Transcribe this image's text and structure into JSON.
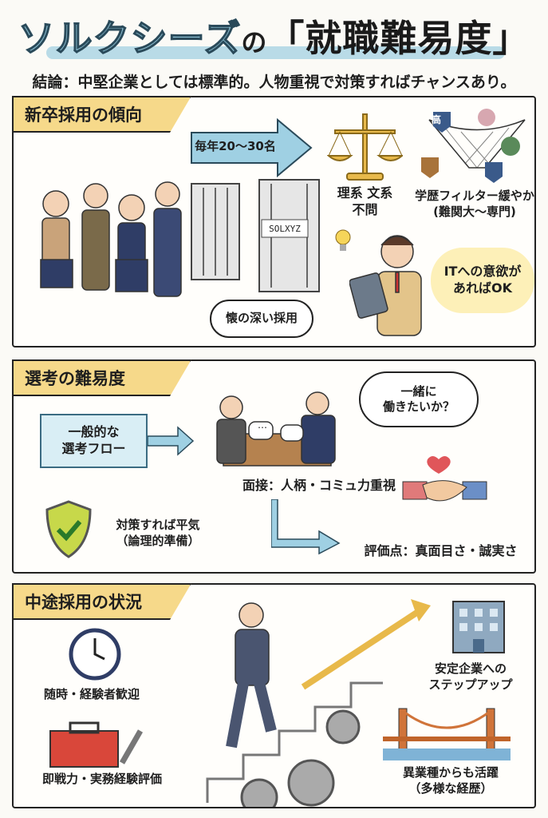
{
  "header": {
    "title_kana": "ソルクシーズ",
    "title_no": "の",
    "title_main": "「就職難易度」",
    "subtitle": "結論：中堅企業としては標準的。人物重視で対策すればチャンスあり。"
  },
  "section1": {
    "heading": "新卒採用の傾向",
    "arrow_label": "毎年20〜30名",
    "gate_sign": "SOLXYZ",
    "scale_label_1": "理系 文系",
    "scale_label_2": "不問",
    "filter_label_1": "学歴フィルター緩やか",
    "filter_label_2": "(難関大〜専門)",
    "badge_text": "高",
    "bubble_it_1": "ITへの意欲が",
    "bubble_it_2": "あればOK",
    "bubble_wide": "懐の深い採用"
  },
  "section2": {
    "heading": "選考の難易度",
    "flow_1": "一般的な",
    "flow_2": "選考フロー",
    "dots": "…",
    "thought_1": "一緒に",
    "thought_2": "働きたいか？",
    "interview": "面接：人柄・コミュ力重視",
    "prep_1": "対策すれば平気",
    "prep_2": "（論理的準備）",
    "eval": "評価点：真面目さ・誠実さ"
  },
  "section3": {
    "heading": "中途採用の状況",
    "anytime": "随時・経験者歓迎",
    "skills": "即戦力・実務経験評価",
    "stepup_1": "安定企業への",
    "stepup_2": "ステップアップ",
    "diverse_1": "異業種からも活躍",
    "diverse_2": "（多様な経歴）"
  },
  "colors": {
    "tag": "#f6d98a",
    "highlight": "#a9d3e3",
    "arrow_blue": "#9fd0e3",
    "gold": "#e8b94a",
    "red": "#d9534f"
  }
}
